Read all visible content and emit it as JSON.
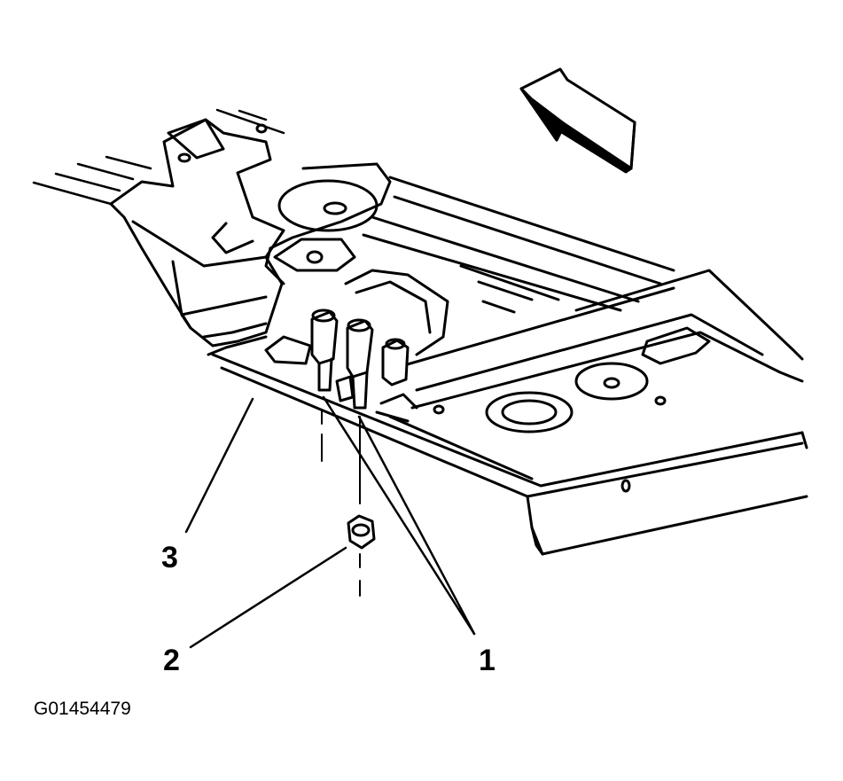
{
  "callouts": {
    "one": "1",
    "two": "2",
    "three": "3"
  },
  "figure_id": "G01454479",
  "parts": {
    "direction_arrow": "arrow-icon",
    "studs": "stud-icon",
    "nut": "nut-icon",
    "bracket": "bracket-icon"
  },
  "colors": {
    "ink": "#000000",
    "paper": "#ffffff"
  }
}
